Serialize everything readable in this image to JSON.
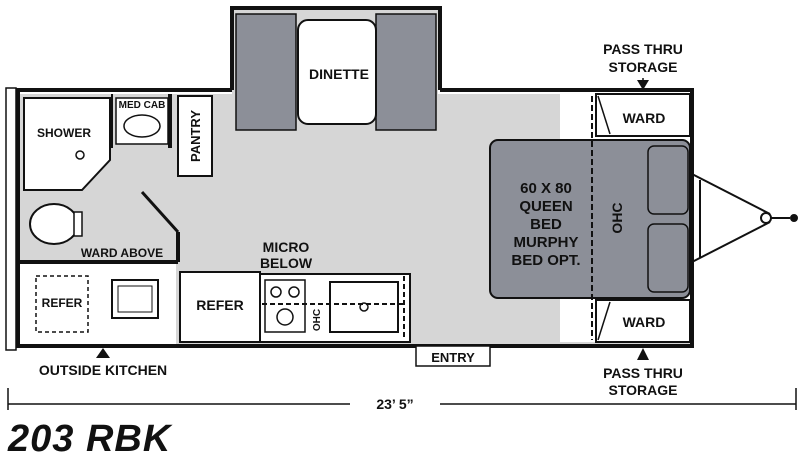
{
  "model_name": "203 RBK",
  "dimension": "23’ 5”",
  "labels": {
    "dinette": "DINETTE",
    "pass_thru_top": [
      "PASS THRU",
      "STORAGE"
    ],
    "pass_thru_bottom": [
      "PASS THRU",
      "STORAGE"
    ],
    "ward_top": "WARD",
    "ward_bottom": "WARD",
    "shower": "SHOWER",
    "med_cab": "MED CAB",
    "pantry": "PANTRY",
    "bed": [
      "60 X 80",
      "QUEEN",
      "BED",
      "MURPHY",
      "BED OPT."
    ],
    "ohc_bed": "OHC",
    "ohc_kitchen": "OHC",
    "ward_above": "WARD ABOVE",
    "micro_below": [
      "MICRO",
      "BELOW"
    ],
    "refer_outside": "REFER",
    "refer_inside": "REFER",
    "outside_kitchen": "OUTSIDE KITCHEN",
    "entry": "ENTRY"
  },
  "colors": {
    "floor": "#d6d6d6",
    "furniture": "#8c8f98",
    "wall": "#111111",
    "background": "#ffffff"
  }
}
